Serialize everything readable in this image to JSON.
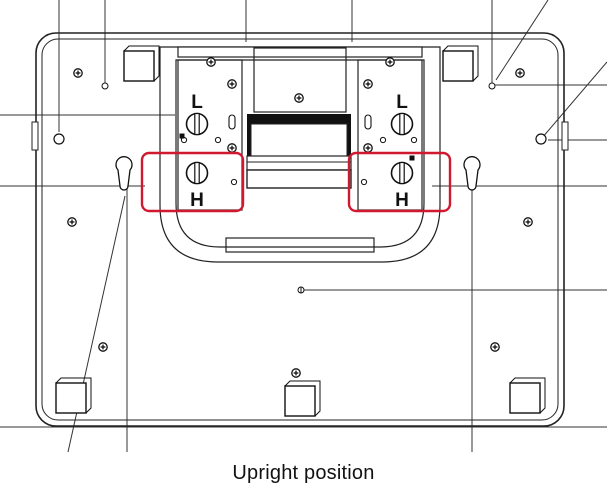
{
  "caption": "Upright position",
  "labels": {
    "left_L": "L",
    "left_H": "H",
    "right_L": "L",
    "right_H": "H"
  },
  "colors": {
    "line": "#222222",
    "highlight": "#d0192f",
    "background": "#ffffff"
  },
  "icons": {
    "screw": "crossed-screw-icon",
    "hole": "mounting-hole-icon",
    "keyhole": "keyhole-slot-icon",
    "foot": "rubber-foot-icon"
  }
}
